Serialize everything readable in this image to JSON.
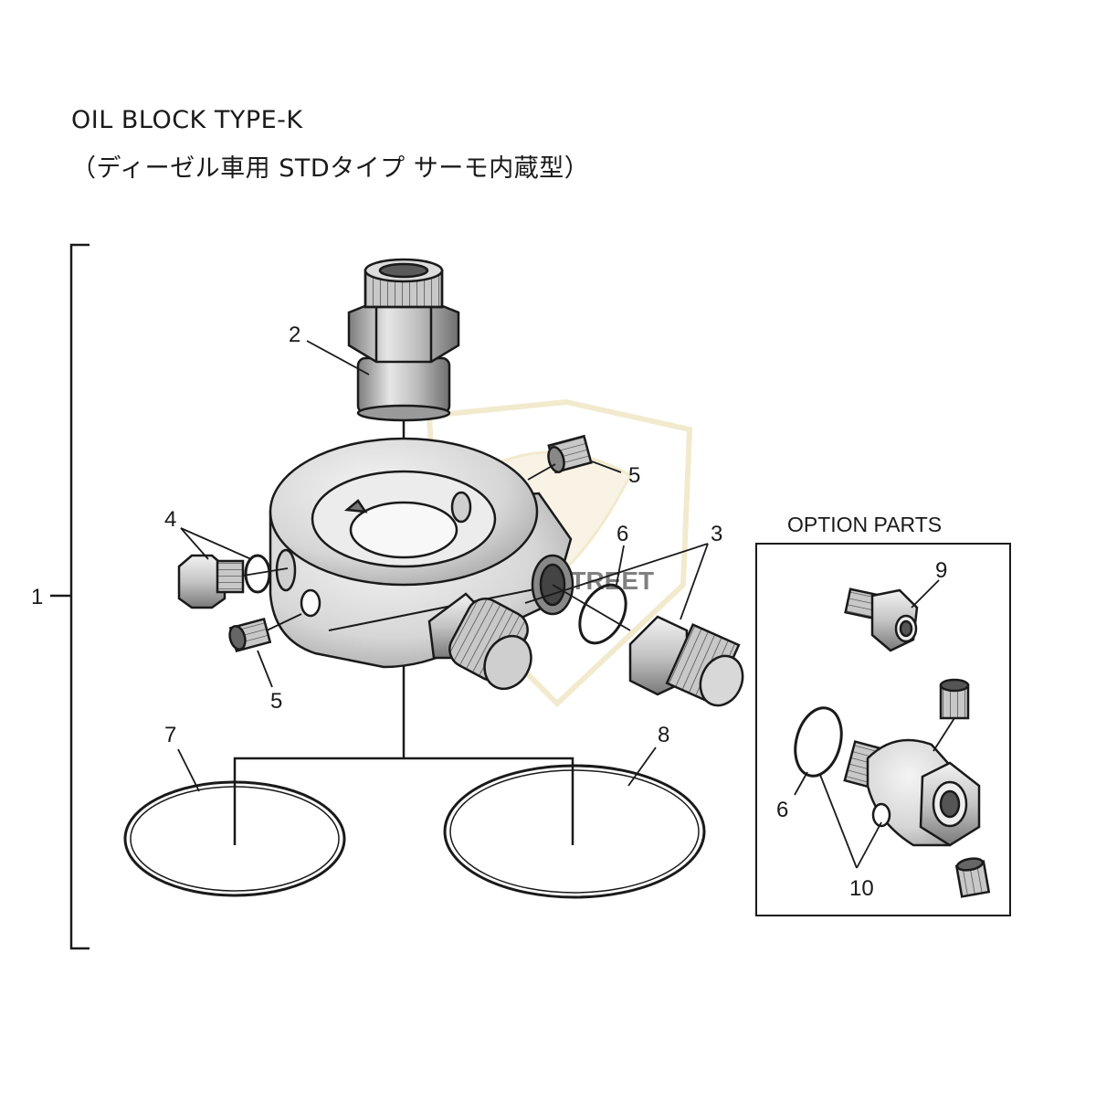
{
  "title": {
    "line1": "OIL BLOCK TYPE-K",
    "line2": "（ディーゼル車用 STDタイプ サーモ内蔵型）"
  },
  "option_box": {
    "label": "OPTION PARTS"
  },
  "callouts": {
    "c1": "1",
    "c2": "2",
    "c3": "3",
    "c4": "4",
    "c5a": "5",
    "c5b": "5",
    "c6a": "6",
    "c6b": "6",
    "c7": "7",
    "c8": "8",
    "c9": "9",
    "c10": "10"
  },
  "watermark": {
    "text": "PROSTREET",
    "color": "#e8d9a6"
  },
  "colors": {
    "line": "#1a1a1a",
    "metal": "#bdbdbd",
    "metal_dark": "#8a8a8a"
  }
}
